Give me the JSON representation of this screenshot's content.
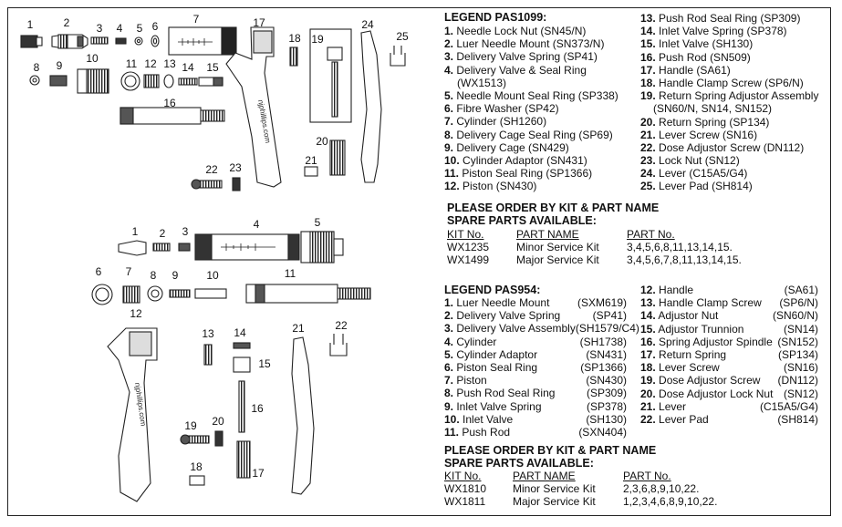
{
  "pas1099": {
    "title": "LEGEND PAS1099:",
    "left": [
      {
        "n": "1.",
        "t": "Needle Lock Nut (SN45/N)"
      },
      {
        "n": "2.",
        "t": "Luer Needle Mount (SN373/N)"
      },
      {
        "n": "3.",
        "t": "Delivery Valve Spring (SP41)"
      },
      {
        "n": "4.",
        "t": "Delivery Valve & Seal Ring"
      },
      {
        "n": "",
        "t": "(WX1513)"
      },
      {
        "n": "5.",
        "t": "Needle Mount Seal Ring (SP338)"
      },
      {
        "n": "6.",
        "t": "Fibre Washer (SP42)"
      },
      {
        "n": "7.",
        "t": "Cylinder (SH1260)"
      },
      {
        "n": "8.",
        "t": "Delivery Cage Seal Ring (SP69)"
      },
      {
        "n": "9.",
        "t": "Delivery Cage (SN429)"
      },
      {
        "n": "10.",
        "t": "Cylinder Adaptor (SN431)"
      },
      {
        "n": "11.",
        "t": "Piston Seal Ring (SP1366)"
      },
      {
        "n": "12.",
        "t": "Piston (SN430)"
      }
    ],
    "right": [
      {
        "n": "13.",
        "t": "Push Rod Seal Ring (SP309)"
      },
      {
        "n": "14.",
        "t": "Inlet Valve Spring (SP378)"
      },
      {
        "n": "15.",
        "t": "Inlet Valve (SH130)"
      },
      {
        "n": "16.",
        "t": "Push Rod (SN509)"
      },
      {
        "n": "17.",
        "t": "Handle (SA61)"
      },
      {
        "n": "18.",
        "t": "Handle Clamp Screw (SP6/N)"
      },
      {
        "n": "19.",
        "t": "Return Spring Adjustor Assembly"
      },
      {
        "n": "",
        "t": "(SN60/N, SN14, SN152)"
      },
      {
        "n": "20.",
        "t": "Return Spring (SP134)"
      },
      {
        "n": "21.",
        "t": "Lever Screw (SN16)"
      },
      {
        "n": "22.",
        "t": "Dose Adjustor Screw (DN112)"
      },
      {
        "n": "23.",
        "t": "Lock Nut (SN12)"
      },
      {
        "n": "24.",
        "t": "Lever (C15A5/G4)"
      },
      {
        "n": "25.",
        "t": "Lever Pad (SH814)"
      }
    ],
    "order1": "PLEASE ORDER BY KIT & PART NAME",
    "order2": "SPARE PARTS AVAILABLE:",
    "headers": [
      "KIT No.",
      "PART NAME",
      "PART No."
    ],
    "kits": [
      [
        "WX1235",
        "Minor Service Kit",
        "3,4,5,6,8,11,13,14,15."
      ],
      [
        "WX1499",
        "Major Service Kit",
        "3,4,5,6,7,8,11,13,14,15."
      ]
    ]
  },
  "pas954": {
    "title": "LEGEND PAS954:",
    "left": [
      {
        "n": "1.",
        "t": "Luer Needle Mount",
        "c": "(SXM619)"
      },
      {
        "n": "2.",
        "t": "Delivery Valve Spring",
        "c": "(SP41)"
      },
      {
        "n": "3.",
        "t": "Delivery Valve Assembly",
        "c": "(SH1579/C4)"
      },
      {
        "n": "4.",
        "t": "Cylinder",
        "c": "(SH1738)"
      },
      {
        "n": "5.",
        "t": "Cylinder Adaptor",
        "c": "(SN431)"
      },
      {
        "n": "6.",
        "t": "Piston Seal Ring",
        "c": "(SP1366)"
      },
      {
        "n": "7.",
        "t": "Piston",
        "c": "(SN430)"
      },
      {
        "n": "8.",
        "t": "Push Rod Seal Ring",
        "c": "(SP309)"
      },
      {
        "n": "9.",
        "t": "Inlet Valve Spring",
        "c": "(SP378)"
      },
      {
        "n": "10.",
        "t": "Inlet Valve",
        "c": "(SH130)"
      },
      {
        "n": "11.",
        "t": "Push Rod",
        "c": "(SXN404)"
      }
    ],
    "right": [
      {
        "n": "12.",
        "t": "Handle",
        "c": "(SA61)"
      },
      {
        "n": "13.",
        "t": "Handle Clamp Screw",
        "c": "(SP6/N)"
      },
      {
        "n": "14.",
        "t": "Adjustor Nut",
        "c": "(SN60/N)"
      },
      {
        "n": "15.",
        "t": "Adjustor Trunnion",
        "c": "(SN14)"
      },
      {
        "n": "16.",
        "t": "Spring Adjustor Spindle",
        "c": "(SN152)"
      },
      {
        "n": "17.",
        "t": "Return Spring",
        "c": "(SP134)"
      },
      {
        "n": "18.",
        "t": "Lever Screw",
        "c": "(SN16)"
      },
      {
        "n": "19.",
        "t": "Dose Adjustor Screw",
        "c": "(DN112)"
      },
      {
        "n": "20.",
        "t": "Dose Adjustor Lock Nut",
        "c": "(SN12)"
      },
      {
        "n": "21.",
        "t": "Lever",
        "c": "(C15A5/G4)"
      },
      {
        "n": "22.",
        "t": "Lever Pad",
        "c": "(SH814)"
      }
    ],
    "order1": "PLEASE ORDER BY KIT & PART NAME",
    "order2": "SPARE PARTS AVAILABLE:",
    "headers": [
      "KIT No.",
      "PART NAME",
      "PART No."
    ],
    "kits": [
      [
        "WX1810",
        "Minor Service Kit",
        "2,3,6,8,9,10,22."
      ],
      [
        "WX1811",
        "Major Service Kit",
        "1,2,3,4,6,8,9,10,22."
      ]
    ]
  },
  "diagram_top_labels": [
    "1",
    "2",
    "3",
    "4",
    "5",
    "6",
    "7",
    "8",
    "9",
    "10",
    "11",
    "12",
    "13",
    "14",
    "15",
    "16",
    "17",
    "18",
    "19",
    "20",
    "21",
    "22",
    "23",
    "24",
    "25"
  ],
  "diagram_bottom_labels": [
    "1",
    "2",
    "3",
    "4",
    "5",
    "6",
    "7",
    "8",
    "9",
    "10",
    "11",
    "12",
    "13",
    "14",
    "15",
    "16",
    "17",
    "18",
    "19",
    "20",
    "21",
    "22"
  ],
  "handle_text": "njphillips.com"
}
